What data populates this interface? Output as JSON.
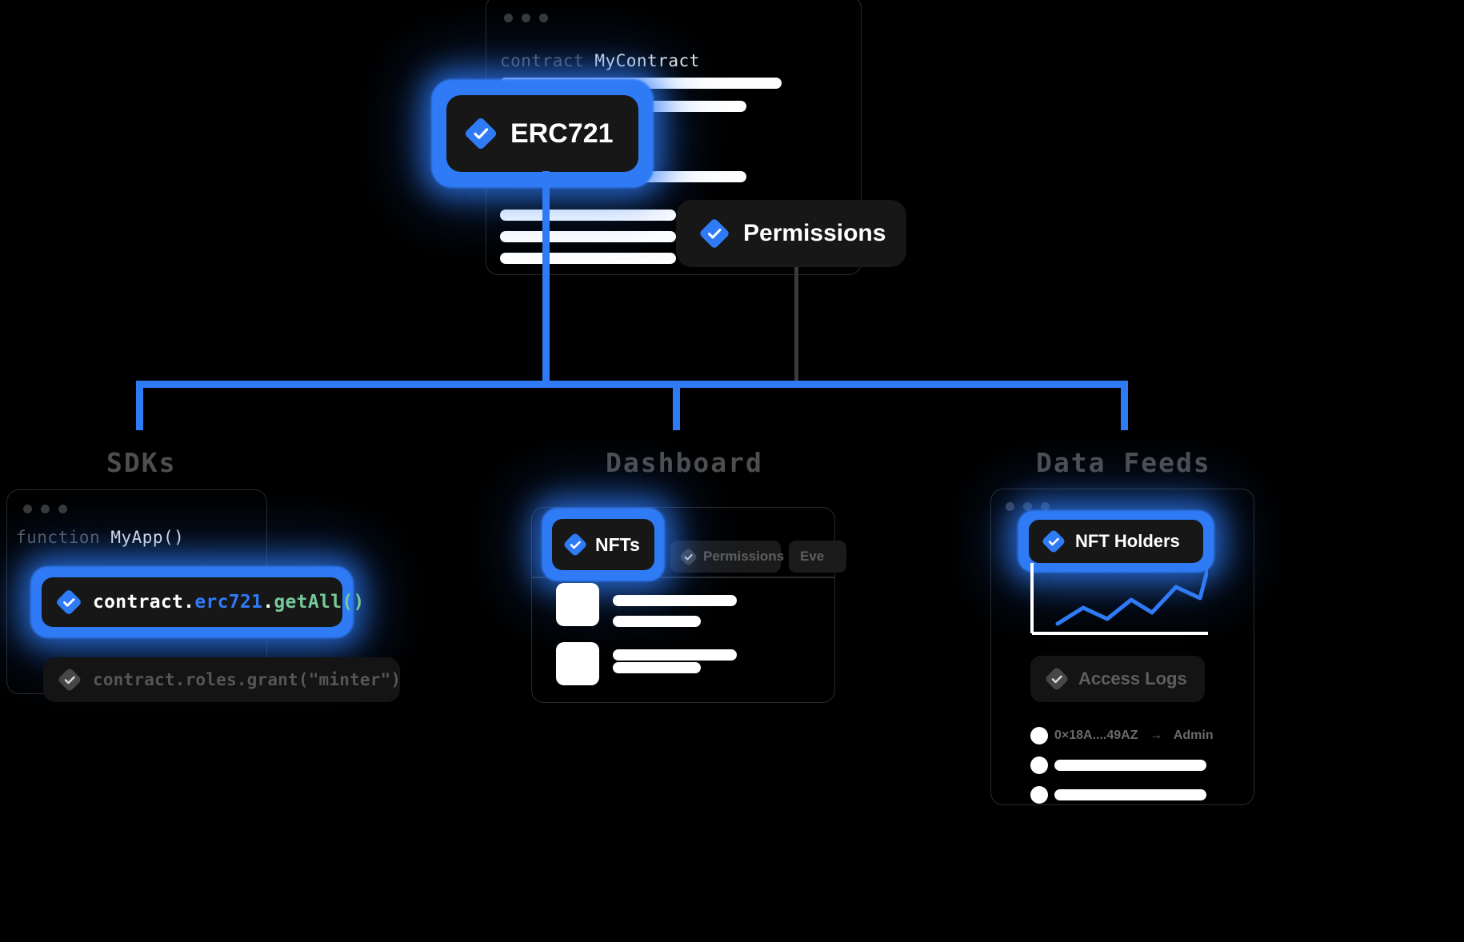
{
  "theme": {
    "background": "#000000",
    "accent": "#2f7bf6",
    "panel": "#171717",
    "muted_text": "#5e5e5e",
    "white": "#ffffff"
  },
  "contract_window": {
    "code_keyword": "contract",
    "code_identifier": "MyContract",
    "badges": [
      {
        "name": "erc721-badge",
        "label": "ERC721",
        "icon": "check-diamond-icon",
        "state": "active"
      },
      {
        "name": "permissions-badge",
        "label": "Permissions",
        "icon": "check-diamond-icon",
        "state": "active"
      }
    ]
  },
  "sections": [
    {
      "id": "sdks",
      "title": "SDKs"
    },
    {
      "id": "dashboard",
      "title": "Dashboard"
    },
    {
      "id": "data-feeds",
      "title": "Data Feeds"
    }
  ],
  "sdks_panel": {
    "code_keyword": "function",
    "code_identifier": "MyApp()",
    "active_call": {
      "icon": "check-diamond-icon",
      "object": "contract.",
      "namespace": "erc721",
      "dot": ".",
      "method": "getAll()"
    },
    "inactive_call": {
      "icon": "check-diamond-icon",
      "text": "contract.roles.grant(\"minter\")"
    }
  },
  "dashboard_panel": {
    "tabs": [
      {
        "name": "tab-nfts",
        "label": "NFTs",
        "icon": "check-diamond-icon",
        "state": "active"
      },
      {
        "name": "tab-permissions",
        "label": "Permissions",
        "icon": "check-diamond-icon",
        "state": "inactive"
      },
      {
        "name": "tab-events",
        "label": "Eve",
        "icon": "",
        "state": "inactive"
      }
    ],
    "rows": 2
  },
  "data_feeds_panel": {
    "badge": {
      "name": "nft-holders-badge",
      "label": "NFT Holders",
      "icon": "check-diamond-icon",
      "state": "active"
    },
    "logs_chip": {
      "name": "access-logs-chip",
      "label": "Access Logs",
      "icon": "check-diamond-icon",
      "state": "inactive"
    },
    "entries": [
      {
        "address": "0×18A....49AZ",
        "arrow": "→",
        "role": "Admin"
      }
    ],
    "chart_data": {
      "type": "line",
      "title": "",
      "x": [
        0,
        1,
        2,
        3,
        4,
        5,
        6,
        7
      ],
      "values": [
        12,
        38,
        20,
        52,
        30,
        62,
        48,
        92
      ],
      "xlabel": "",
      "ylabel": "",
      "ylim": [
        0,
        100
      ],
      "grid": false,
      "legend": "none",
      "series_color": "#2f7bf6",
      "axis_color": "#ffffff"
    }
  }
}
